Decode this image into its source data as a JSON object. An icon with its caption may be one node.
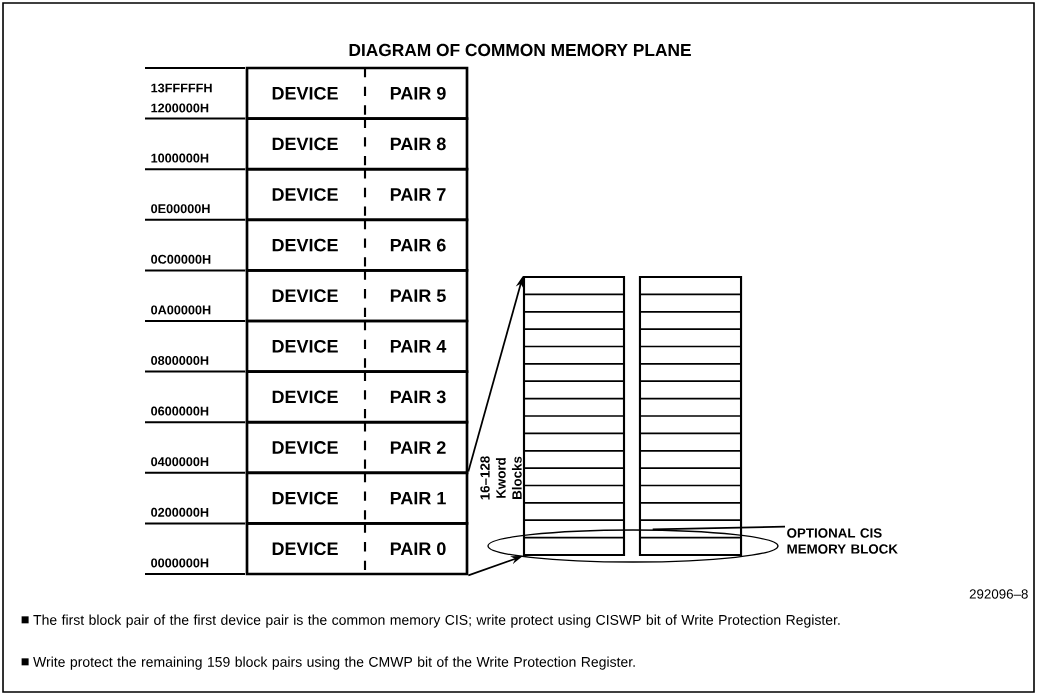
{
  "diagram": {
    "title": "DIAGRAM OF COMMON MEMORY PLANE",
    "nodes": [
      {
        "text": [
          "DEVICE",
          "PAIR 9"
        ]
      },
      {
        "text": [
          "DEVICE",
          "PAIR 8"
        ]
      },
      {
        "text": [
          "DEVICE",
          "PAIR 7"
        ]
      },
      {
        "text": [
          "DEVICE",
          "PAIR 6"
        ]
      },
      {
        "text": [
          "DEVICE",
          "PAIR 5"
        ]
      },
      {
        "text": [
          "DEVICE",
          "PAIR 4"
        ]
      },
      {
        "text": [
          "DEVICE",
          "PAIR 3"
        ]
      },
      {
        "text": [
          "DEVICE",
          "PAIR 2"
        ]
      },
      {
        "text": [
          "DEVICE",
          "PAIR 1"
        ]
      },
      {
        "text": [
          "DEVICE",
          "PAIR 0"
        ]
      },
      {
        "text": [],
        "shape": "box"
      },
      {
        "text": [],
        "shape": "box"
      },
      {
        "text": [],
        "shape": "ellipse"
      },
      {
        "text": [
          "OPTIONAL CIS MEMORY BLOCK"
        ]
      }
    ],
    "edges": [
      {
        "from": 8,
        "to": 10,
        "arrow": "to"
      },
      {
        "from": 9,
        "to": 10,
        "arrow": "to"
      },
      {
        "from": 13,
        "to": 12,
        "arrow": "none"
      }
    ],
    "labels": [
      "13FFFFFH",
      "1200000H",
      "1000000H",
      "0E00000H",
      "0C00000H",
      "0A00000H",
      "0800000H",
      "0600000H",
      "0400000H",
      "0200000H",
      "0000000H",
      "16–128 Kword Blocks",
      "292096–8",
      "The first block pair of the first device pair is the common memory CIS; write protect using CISWP bit of Write Protection Register.",
      "Write protect the remaining 159 block pairs using the CMWP bit of the Write Protection Register."
    ]
  }
}
